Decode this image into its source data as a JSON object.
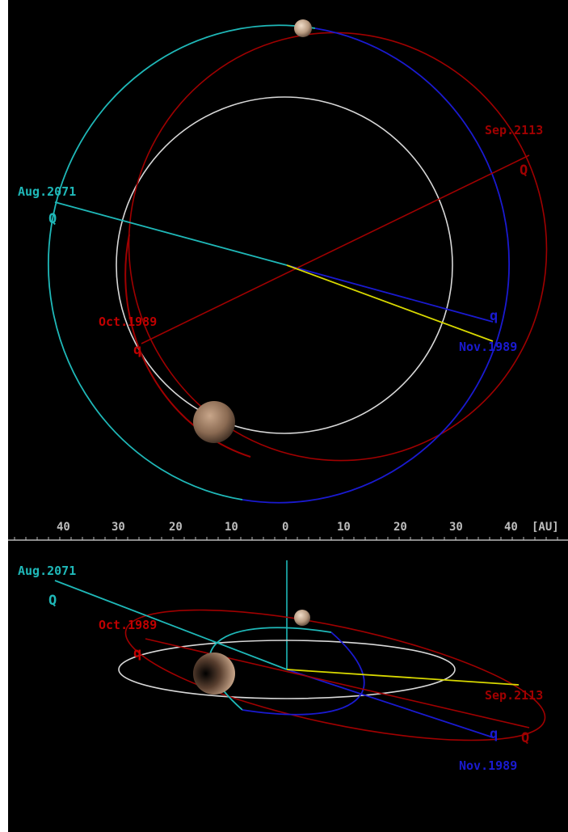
{
  "colors": {
    "background": "#000000",
    "planet_orbit": "#d8d8d8",
    "orbit_cyan": "#1fb8b8",
    "orbit_red": "#a00000",
    "orbit_blue": "#1a1ad0",
    "sun_direction": "#d8d800",
    "axis": "#b8b8b8"
  },
  "top_view": {
    "labels": {
      "aug2071": "Aug.2071",
      "sep2113": "Sep.2113",
      "oct1989": "Oct.1989",
      "nov1989": "Nov.1989"
    },
    "aphelion_symbol": "Q",
    "perihelion_symbol": "q"
  },
  "scale_axis": {
    "ticks": [
      "40",
      "30",
      "20",
      "10",
      "0",
      "10",
      "20",
      "30",
      "40"
    ],
    "unit": "[AU]"
  },
  "side_view": {
    "labels": {
      "aug2071": "Aug.2071",
      "oct1989": "Oct.1989",
      "sep2113": "Sep.2113",
      "nov1989": "Nov.1989"
    },
    "aphelion_symbol": "Q",
    "perihelion_symbol": "q"
  },
  "icons": {
    "small_body": "dwarf-planet-icon",
    "large_body": "planet-icon"
  }
}
